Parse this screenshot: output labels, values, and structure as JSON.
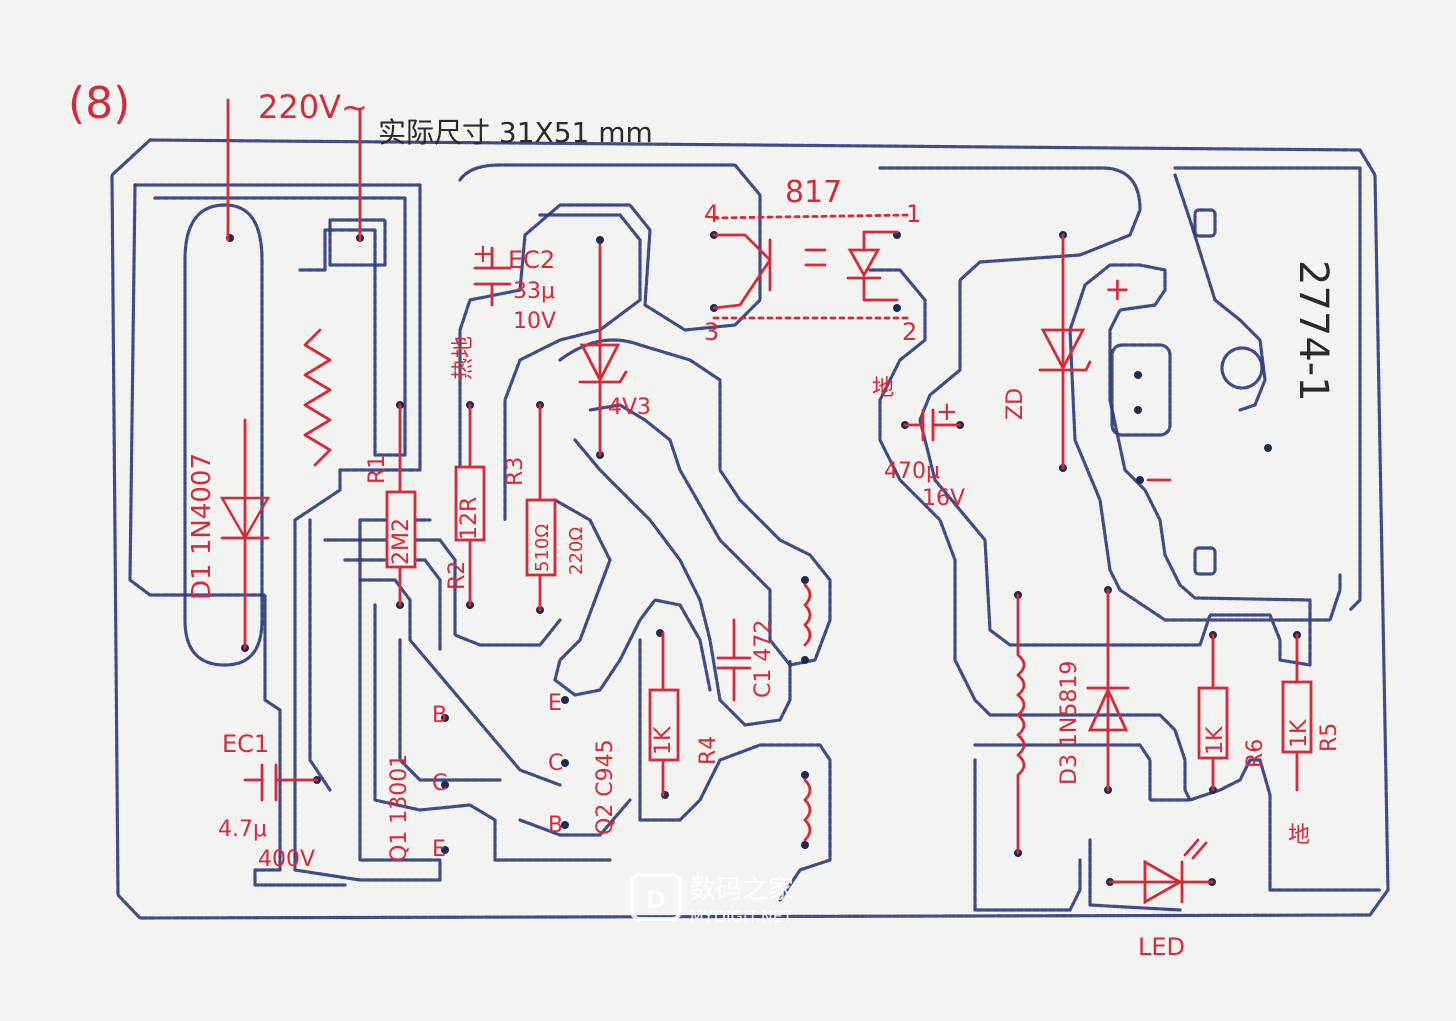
{
  "figure_number": "(8)",
  "mains_label": "220V~",
  "dimension_note": "实际尺寸 31X51 mm",
  "board_code": "2774-1",
  "components": {
    "d1": "D1 1N4007",
    "ec1_name": "EC1",
    "ec1_value": "4.7μ",
    "ec1_voltage": "400V",
    "r1_name": "R1",
    "r1_value": "2M2",
    "r2_name": "R2",
    "r2_value": "12R",
    "r3_name": "R3",
    "r3_value": "510Ω",
    "r3_alt_value": "220Ω",
    "ec2_name": "EC2",
    "ec2_value": "33μ",
    "ec2_voltage": "10V",
    "hot_ground": "热地",
    "zener": "4V3",
    "q1": "Q1 13001",
    "q2": "Q2 C945",
    "c1": "C1 472",
    "r4_value": "1K",
    "r4_name": "R4",
    "optocoupler": "817",
    "pin1": "1",
    "pin2": "2",
    "pin3": "3",
    "pin4": "4",
    "ground": "地",
    "cap_plus": "+",
    "cap_value": "470μ",
    "cap_voltage": "16V",
    "plus": "+",
    "zd": "ZD",
    "d3": "D3 1N5819",
    "r6_value": "1K",
    "r6_name": "R6",
    "r5_value": "1K",
    "r5_name": "R5",
    "ground2": "地",
    "led": "LED",
    "pin_b": "B",
    "pin_c": "C",
    "pin_e": "E",
    "minus": "-"
  },
  "watermark": {
    "cn": "数码之家",
    "en": "MYDIGIT.NET"
  },
  "colors": {
    "paper": "#f3f3f1",
    "trace_ink": "#2b3a7a",
    "component_ink": "#d42a3a",
    "note_ink": "#2a2a2a"
  }
}
